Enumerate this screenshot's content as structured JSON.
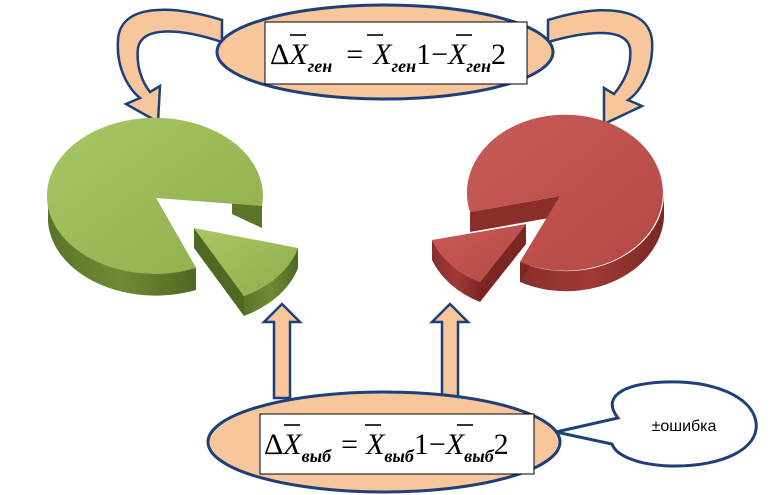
{
  "colors": {
    "background": "#ffffff",
    "oval_fill": "#f7c79b",
    "oval_stroke": "#1f3f7a",
    "formula_box_fill": "#ffffff",
    "arrow_fill": "#f7c79b",
    "arrow_stroke": "#1f3f7a",
    "green_top": "#9bbb59",
    "green_side": "#5f7a2c",
    "red_top": "#c0504d",
    "red_side": "#8c2f2b",
    "callout_fill": "#ffffff",
    "callout_stroke": "#1f3f7a"
  },
  "formulas": {
    "top": {
      "delta": "Δ",
      "x": "X",
      "lhs_sub": "ген",
      "equals": "=",
      "term1_sub": "ген",
      "term1_idx": "1",
      "minus": "−",
      "term2_sub": "ген",
      "term2_idx": "2"
    },
    "bottom": {
      "delta": "Δ",
      "x": "X",
      "lhs_sub": "выб",
      "equals": "=",
      "term1_sub": "выб",
      "term1_idx": "1",
      "minus": "−",
      "term2_sub": "выб",
      "term2_idx": "2"
    }
  },
  "callout": {
    "text": "±ошибка"
  },
  "icons": {
    "left_pie": "pie-chart-green-icon",
    "right_pie": "pie-chart-red-icon",
    "arrows": "arrow-icon"
  }
}
